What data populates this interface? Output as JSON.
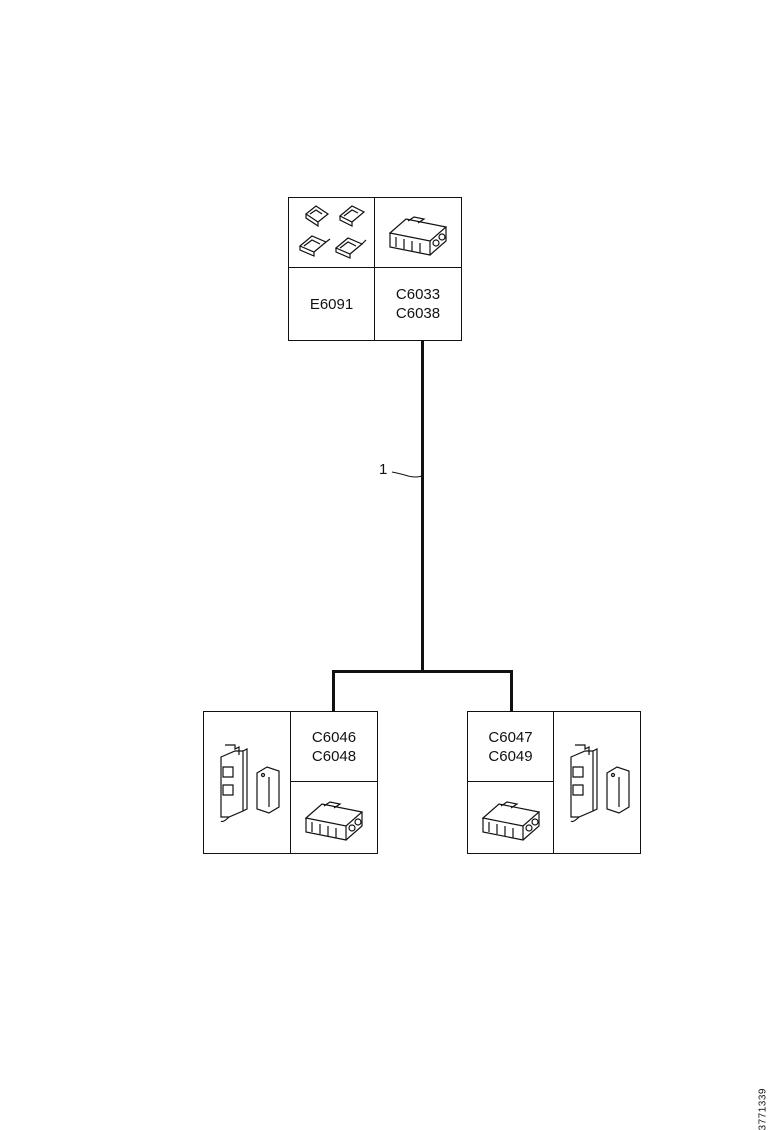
{
  "top_connector": {
    "part_a": "E6091",
    "part_b": "C6033\nC6038",
    "icons": [
      "terminals-icon",
      "connector-housing-icon"
    ]
  },
  "wire": {
    "label": "1"
  },
  "bottom_left_connector": {
    "parts": "C6046\nC6048",
    "icons": [
      "component-bracket-icon",
      "connector-housing-icon"
    ]
  },
  "bottom_right_connector": {
    "parts": "C6047\nC6049",
    "icons": [
      "connector-housing-icon",
      "component-bracket-icon"
    ]
  },
  "figure_id": "3771339"
}
